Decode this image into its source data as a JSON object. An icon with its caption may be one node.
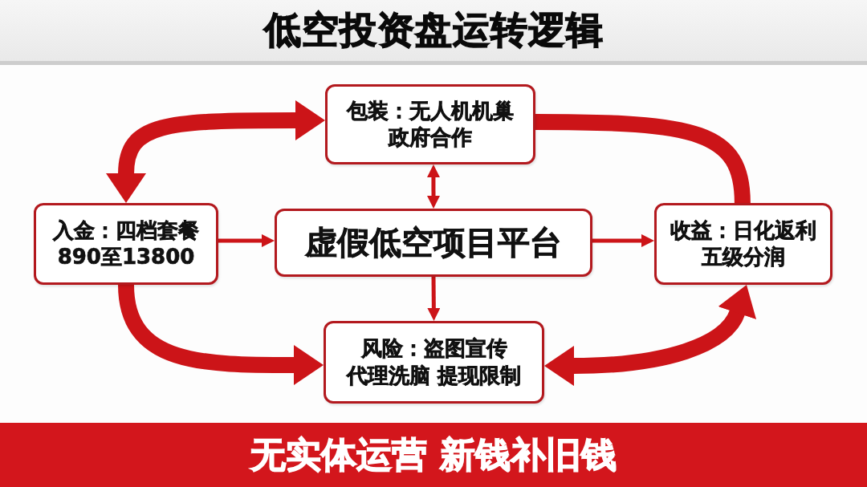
{
  "diagram": {
    "title": "低空投资盘运转逻辑",
    "nodes": [
      {
        "text": [
          "包装：无人机机巢",
          "政府合作"
        ]
      },
      {
        "text": [
          "入金：四档套餐",
          "890至13800"
        ]
      },
      {
        "text": [
          "虚假低空项目平台"
        ]
      },
      {
        "text": [
          "收益：日化返利",
          "五级分润"
        ]
      },
      {
        "text": [
          "风险：盗图宣传",
          "代理洗脑 提现限制"
        ]
      },
      {
        "text": [
          "无实体运营 新钱补旧钱"
        ]
      }
    ],
    "edges": [
      {
        "from": 0,
        "to": 1,
        "arrow": "both",
        "style": "thick"
      },
      {
        "from": 0,
        "to": 3,
        "arrow": "none",
        "style": "thick"
      },
      {
        "from": 2,
        "to": 0,
        "arrow": "both"
      },
      {
        "from": 1,
        "to": 2,
        "arrow": "to"
      },
      {
        "from": 2,
        "to": 3,
        "arrow": "to"
      },
      {
        "from": 2,
        "to": 4,
        "arrow": "to"
      },
      {
        "from": 1,
        "to": 4,
        "arrow": "to",
        "style": "thick"
      },
      {
        "from": 4,
        "to": 3,
        "arrow": "both",
        "style": "thick"
      }
    ]
  }
}
